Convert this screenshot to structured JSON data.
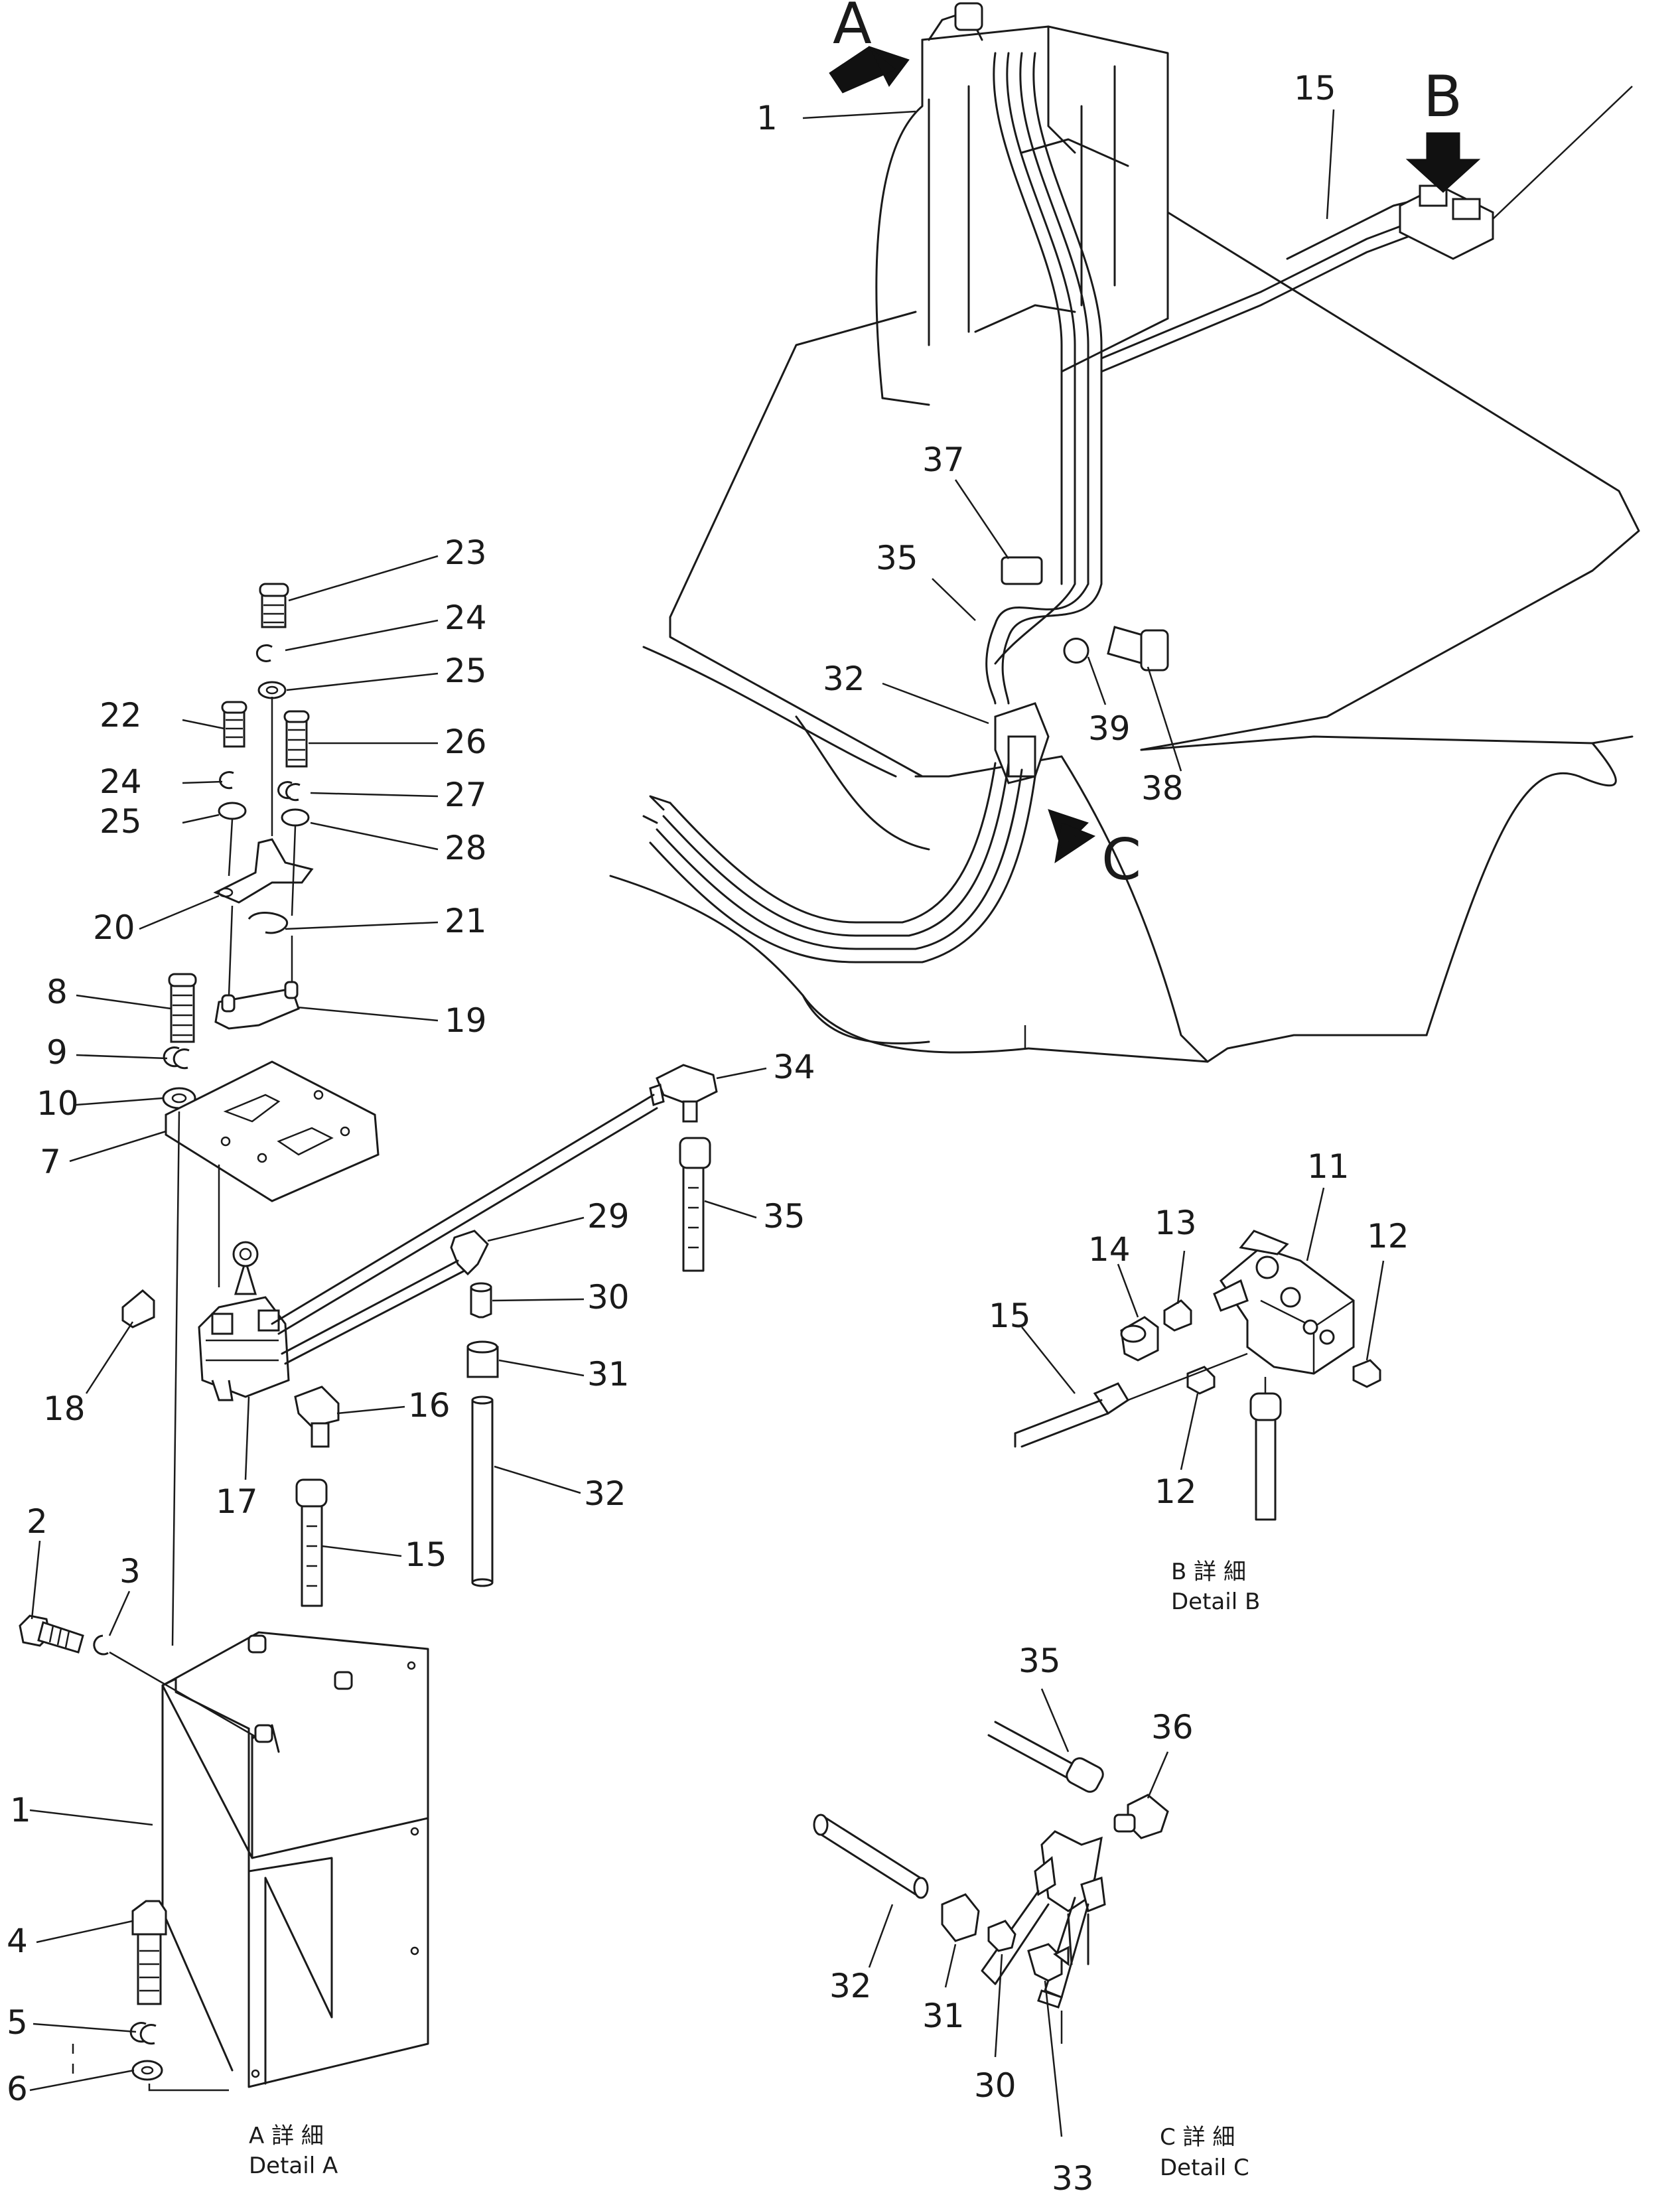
{
  "views": {
    "A": "A",
    "B": "B",
    "C": "C"
  },
  "captions": {
    "detail_a_jp": "A 詳 細",
    "detail_a_en": "Detail A",
    "detail_b_jp": "B 詳 細",
    "detail_b_en": "Detail B",
    "detail_c_jp": "C 詳 細",
    "detail_c_en": "Detail C"
  },
  "overview_callouts": [
    "1",
    "15",
    "37",
    "35",
    "32",
    "39",
    "38"
  ],
  "detail_a_callouts": [
    "23",
    "24",
    "25",
    "22",
    "26",
    "24",
    "27",
    "25",
    "28",
    "20",
    "21",
    "8",
    "19",
    "9",
    "10",
    "7",
    "34",
    "35",
    "29",
    "30",
    "18",
    "31",
    "16",
    "17",
    "32",
    "15",
    "2",
    "3",
    "1",
    "4",
    "5",
    "6"
  ],
  "detail_b_callouts": [
    "11",
    "13",
    "12",
    "14",
    "15",
    "12"
  ],
  "detail_c_callouts": [
    "35",
    "36",
    "32",
    "31",
    "30",
    "33"
  ]
}
